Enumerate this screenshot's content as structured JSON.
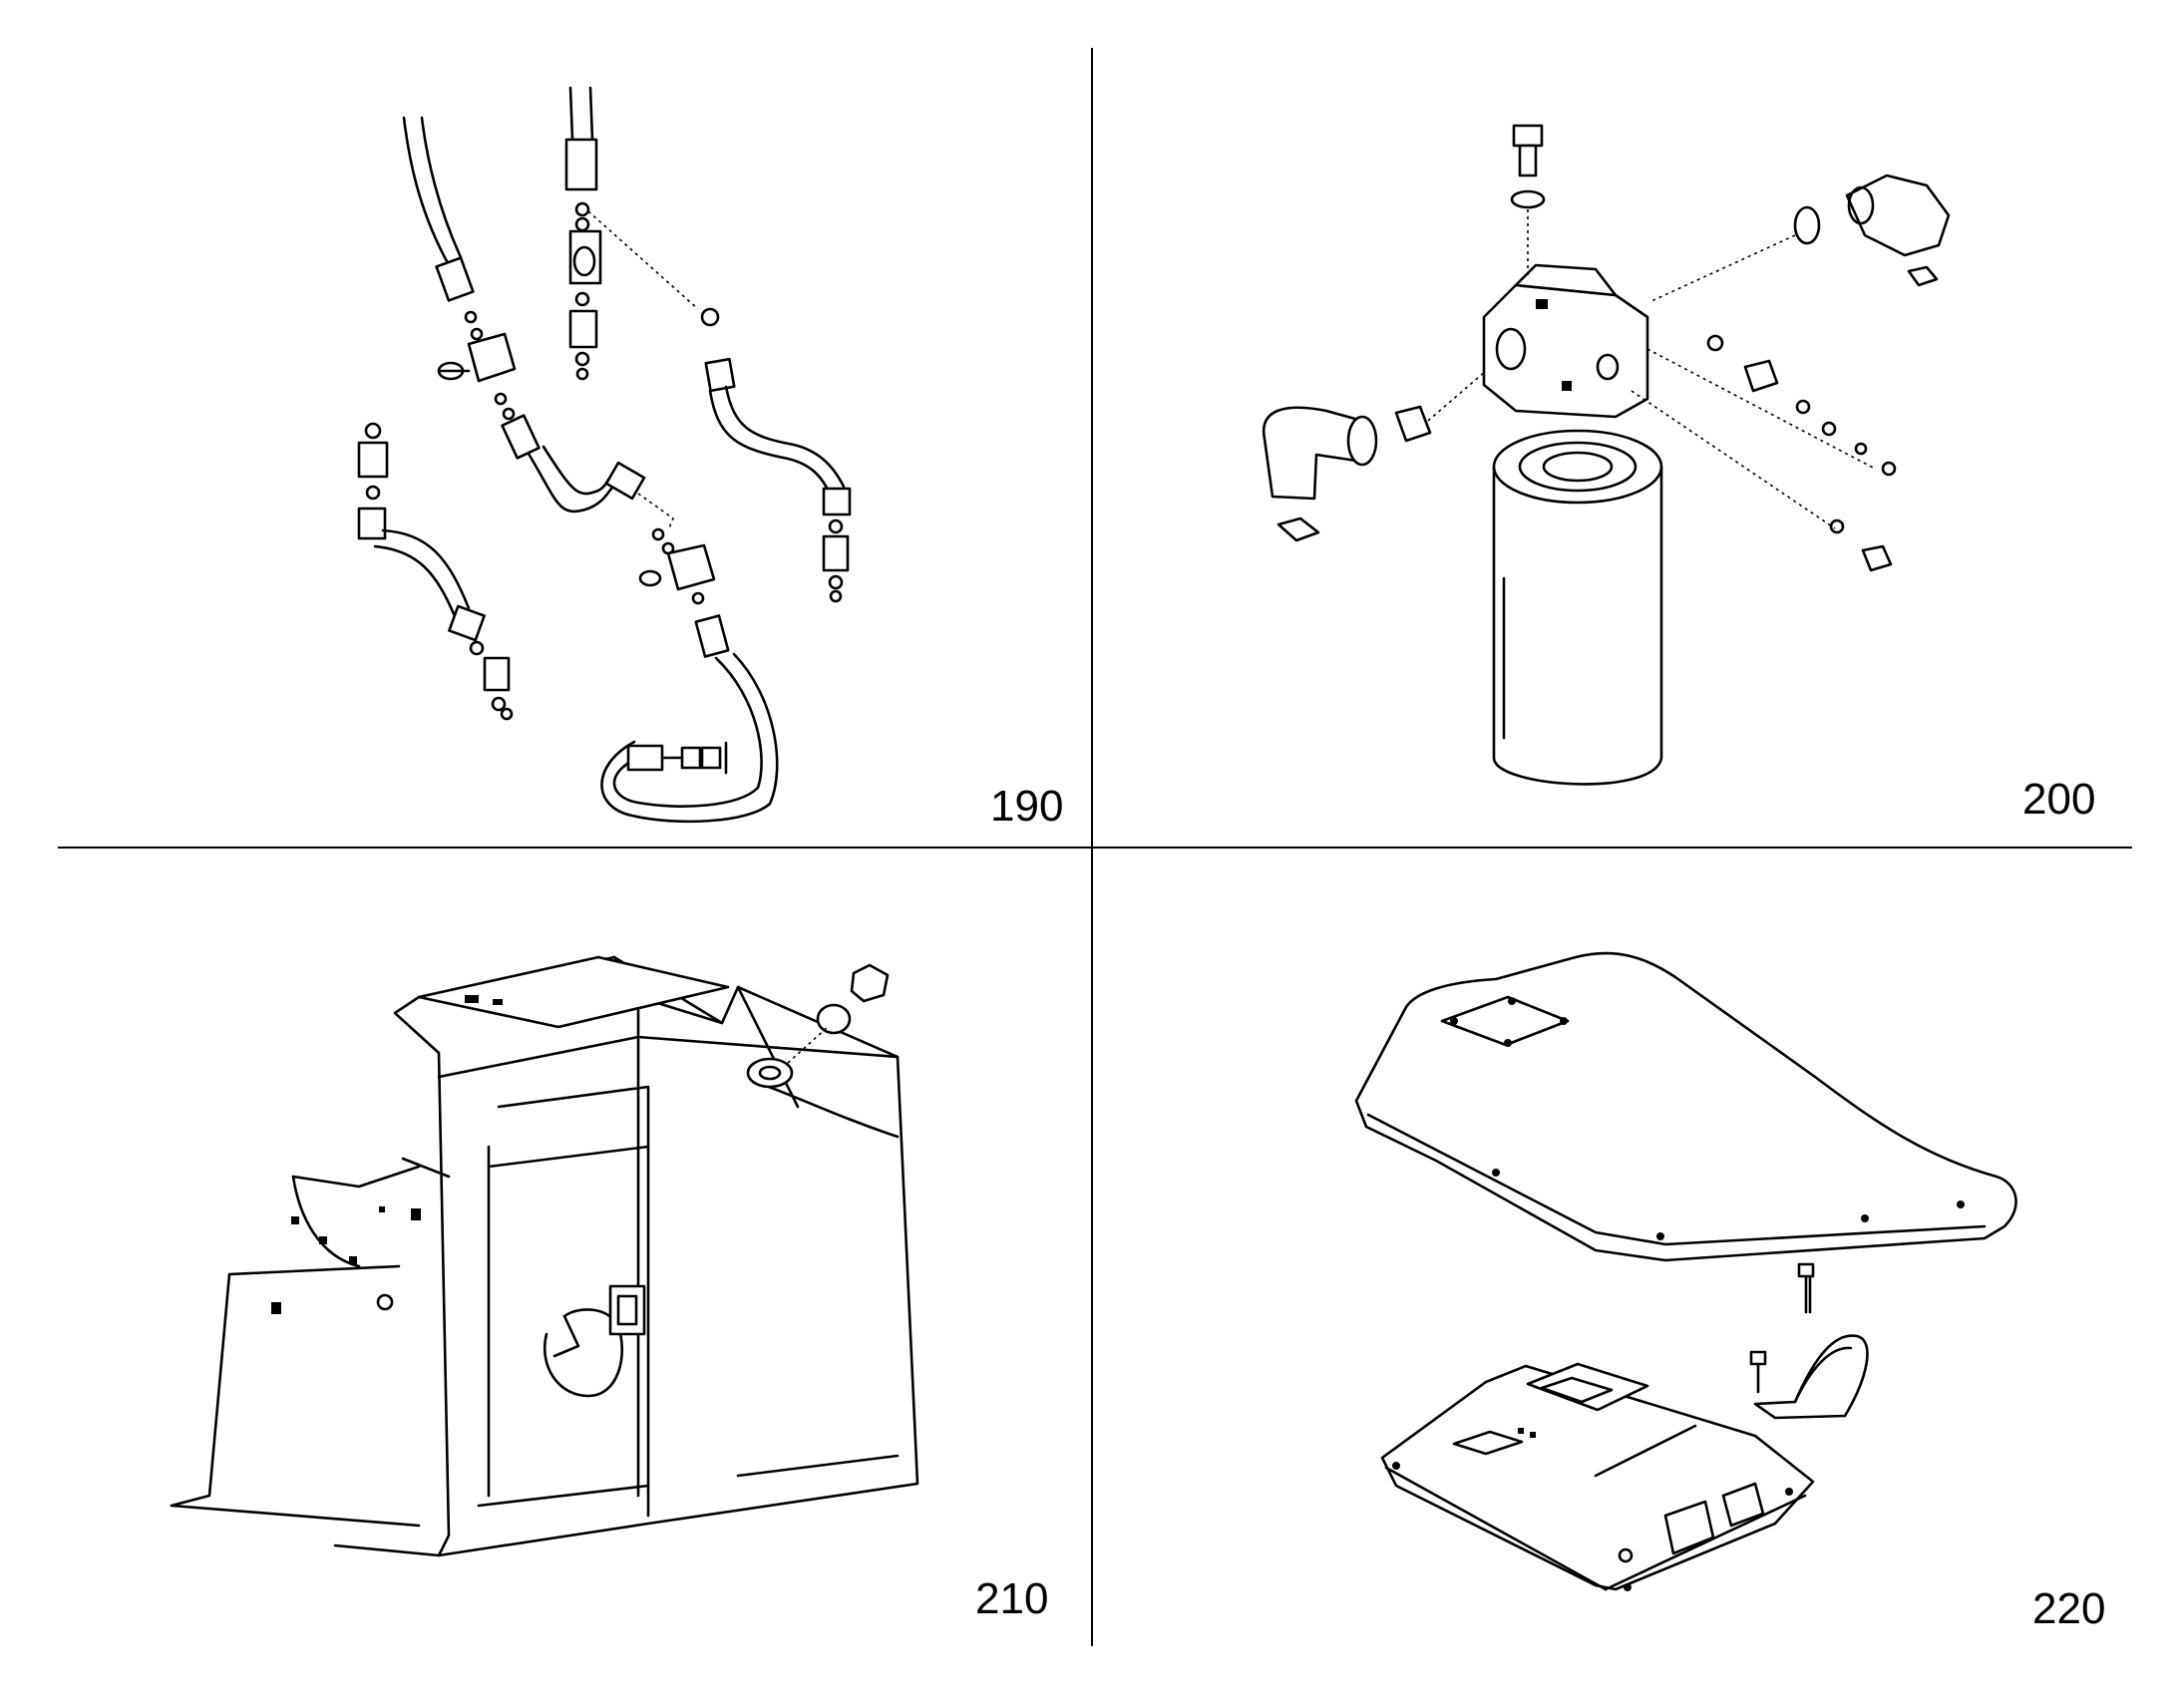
{
  "panels": [
    {
      "id": "p190",
      "label": "190",
      "depicts": "hydraulic-hose-assembly"
    },
    {
      "id": "p200",
      "label": "200",
      "depicts": "filter-valve-assembly"
    },
    {
      "id": "p210",
      "label": "210",
      "depicts": "housing-panel-assembly"
    },
    {
      "id": "p220",
      "label": "220",
      "depicts": "control-module-and-cover"
    }
  ]
}
